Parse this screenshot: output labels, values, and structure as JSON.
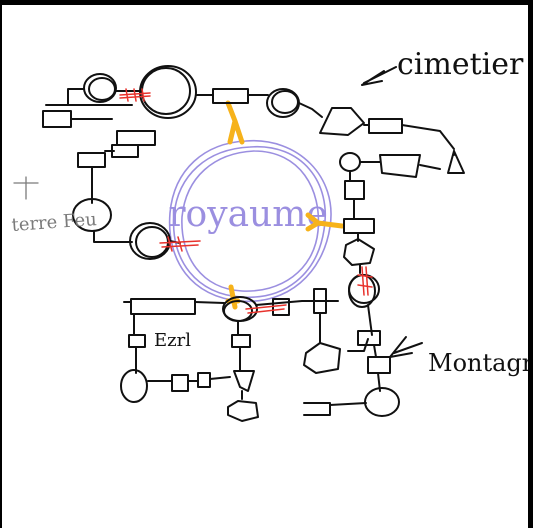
{
  "labels": {
    "center": "royaume",
    "cemetery": "cimetier",
    "fire_land": "terre Feu",
    "ice": "Ezrl",
    "mountain": "Montagne"
  },
  "colors": {
    "canvas": "#ffffff",
    "frame": "#000000",
    "ink": "#111111",
    "kingdom_circle": "#9b8fe0",
    "bridges": "#f6b21a",
    "blocked_links": "#e8322c",
    "pencil": "#7b7b7b"
  },
  "icons": [
    "arrow-left-icon"
  ]
}
